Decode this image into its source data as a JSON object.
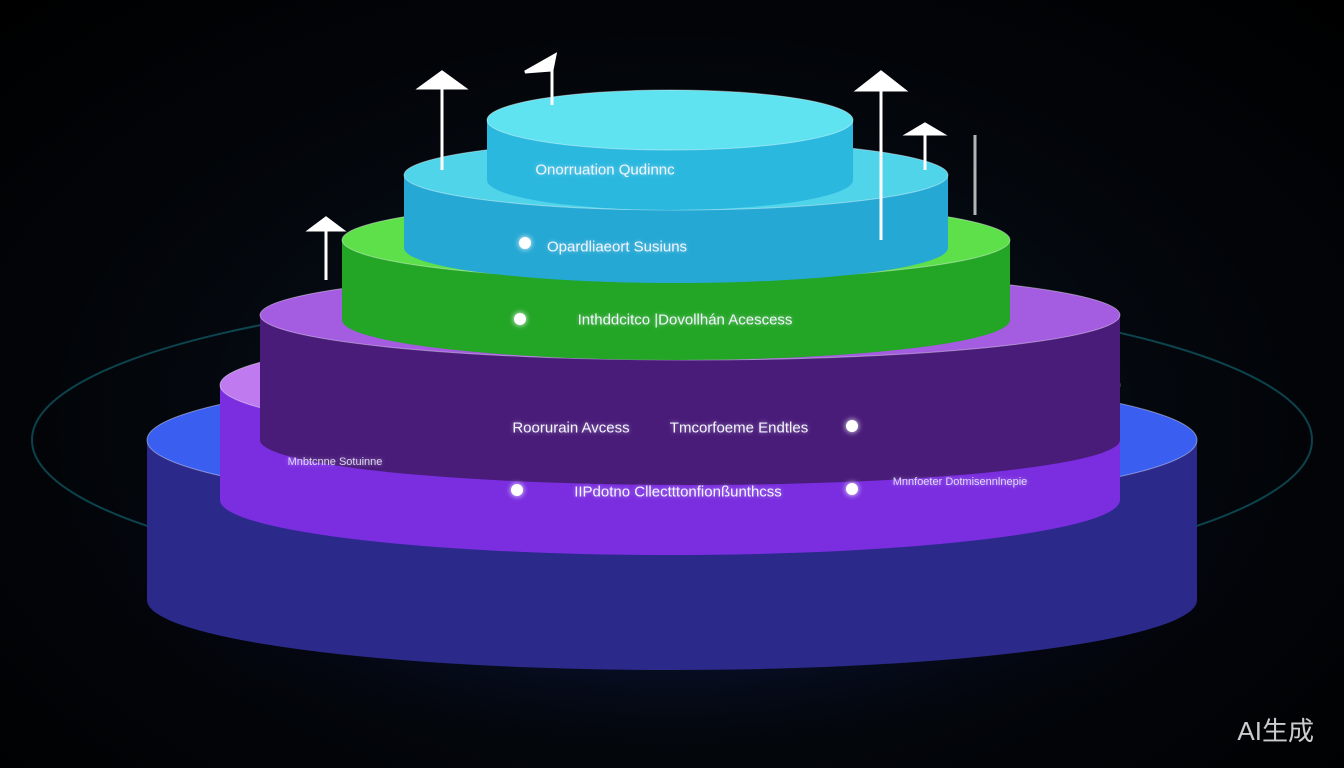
{
  "layers": [
    {
      "labels": [
        "Onorruation Qudinnc"
      ],
      "top_color": "#5fe3f0",
      "side_color": "#2ab8df"
    },
    {
      "labels": [
        "Opardliaeort Susiuns"
      ],
      "top_color": "#4fd4ea",
      "side_color": "#25a8d4"
    },
    {
      "labels": [
        "Inthddcitco |Dovollhán Acescess"
      ],
      "top_color": "#5de04a",
      "side_color": "#23a526"
    },
    {
      "labels": [
        "Roorurain Avcess",
        "Tmcorfoeme Endtles"
      ],
      "top_color": "#a45ce0",
      "side_color": "#4a1c7a"
    },
    {
      "labels": [
        "Mnbtcnne Sotuinne",
        "IIPdotno Cllectttonfionßunthcss",
        "Mnnfoeter Dotmisennlnepie"
      ],
      "top_color": "#c07af0",
      "side_color": "#7a2ee0"
    },
    {
      "labels": [],
      "top_color": "#3a5ef0",
      "side_color": "#2b2a8a"
    }
  ],
  "watermark": "AI生成"
}
